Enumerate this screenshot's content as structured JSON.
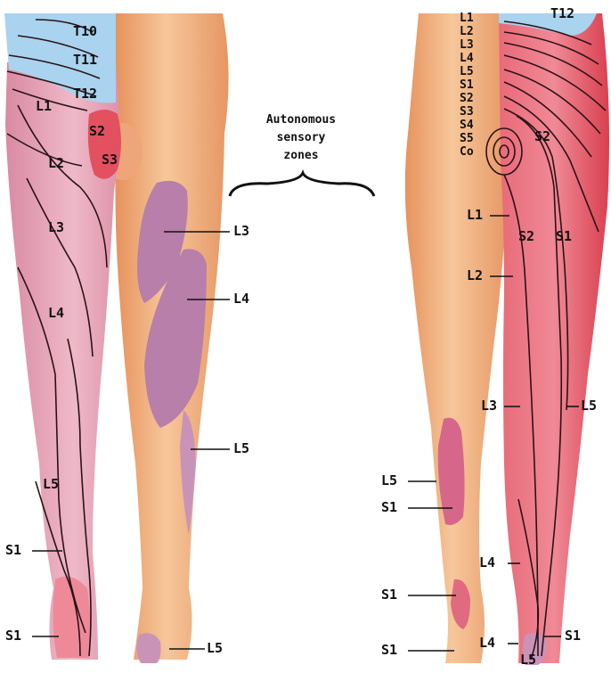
{
  "caption": [
    "Autonomous",
    "sensory",
    "zones"
  ],
  "front_labels": {
    "t10": "T10",
    "t11": "T11",
    "t12": "T12",
    "l1": "L1",
    "l2": "L2",
    "l3": "L3",
    "l4": "L4",
    "l5": "L5",
    "s1a": "S1",
    "s1b": "S1",
    "s2": "S2",
    "s3": "S3",
    "zone_l3": "L3",
    "zone_l4": "L4",
    "zone_l5": "L5",
    "zone_l5_foot": "L5"
  },
  "back_labels": {
    "stack": [
      "L1",
      "L2",
      "L3",
      "L4",
      "L5",
      "S1",
      "S2",
      "S3",
      "S4",
      "S5",
      "Co"
    ],
    "t12": "T12",
    "s2": "S2",
    "l1": "L1",
    "l2": "L2",
    "s2_thigh": "S2",
    "s1_thigh": "S1",
    "l3": "L3",
    "l5": "L5",
    "l5_calf": "L5",
    "s1_calf": "S1",
    "l4": "L4",
    "s1_ankle": "S1",
    "s1_foot": "S1",
    "l4_foot": "L4",
    "l5_foot": "L5",
    "s1_right": "S1"
  },
  "colors": {
    "blue": "#a9d3ee",
    "skin": "#f1b787",
    "skin_dark": "#e08f5a",
    "pink": "#dc8fa6",
    "red": "#e35060",
    "lilac": "#b37fa8"
  }
}
